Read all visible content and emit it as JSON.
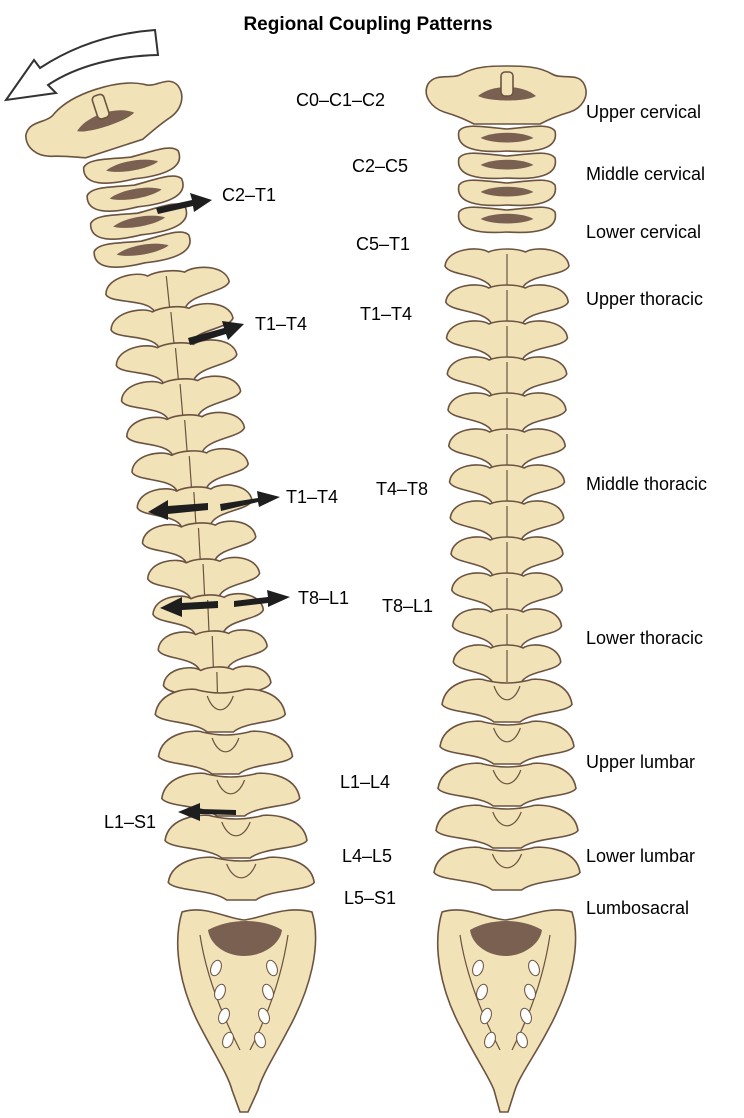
{
  "title": "Regional Coupling Patterns",
  "left_labels": [
    "C2–T1",
    "T1–T4",
    "T1–T4",
    "T8–L1",
    "L1–S1"
  ],
  "middle_labels": [
    "C0–C1–C2",
    "C2–C5",
    "C5–T1",
    "T1–T4",
    "T4–T8",
    "T8–L1",
    "L1–L4",
    "L4–L5",
    "L5–S1"
  ],
  "regions": [
    "Upper cervical",
    "Middle cervical",
    "Lower cervical",
    "Upper thoracic",
    "Middle thoracic",
    "Lower thoracic",
    "Upper lumbar",
    "Lower lumbar",
    "Lumbosacral"
  ],
  "colors": {
    "bone": "#f2e2b8",
    "outline": "#6b5340",
    "disc": "#7a6050",
    "arrow": "#1e1e1e"
  },
  "icons": {
    "rotation": "curved-rotation-arrow-icon",
    "coupling": "coupling-arrow-icon"
  }
}
